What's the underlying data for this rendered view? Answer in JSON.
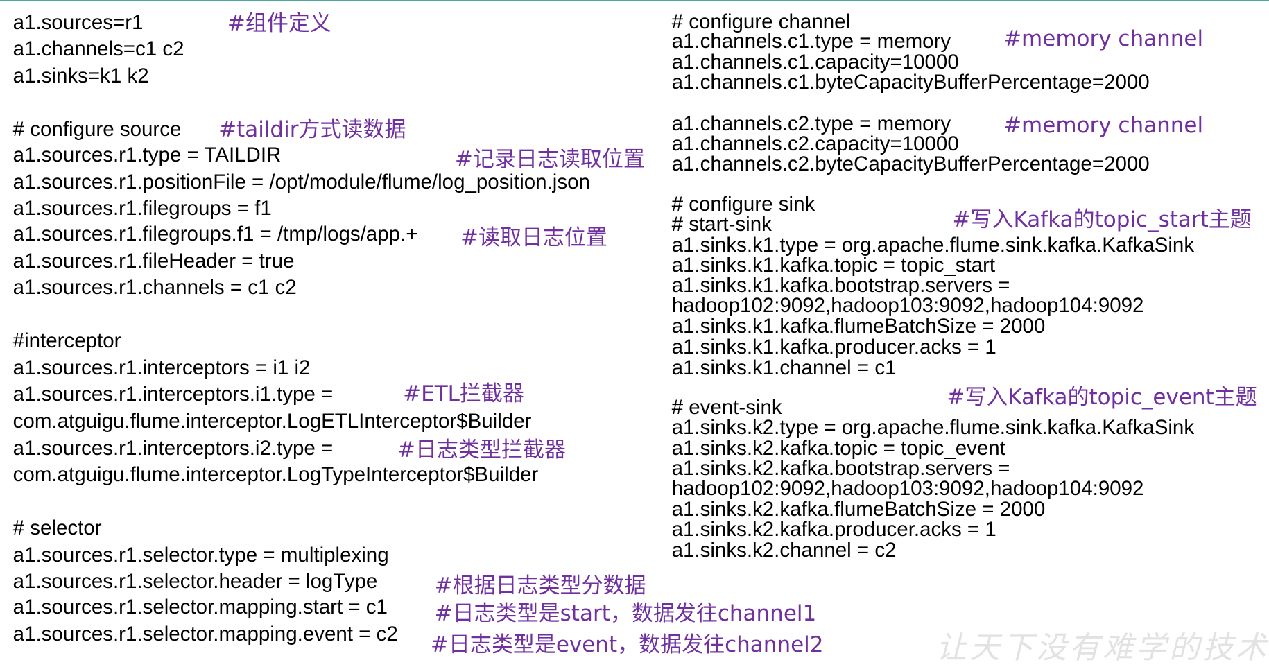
{
  "left": [
    "a1.sources=r1",
    "a1.channels=c1 c2",
    "a1.sinks=k1 k2",
    "# configure source",
    "a1.sources.r1.type = TAILDIR",
    "a1.sources.r1.positionFile = /opt/module/flume/log_position.json",
    "a1.sources.r1.filegroups = f1",
    "a1.sources.r1.filegroups.f1 = /tmp/logs/app.+",
    "a1.sources.r1.fileHeader = true",
    "a1.sources.r1.channels = c1 c2",
    "#interceptor",
    "a1.sources.r1.interceptors = i1 i2",
    "a1.sources.r1.interceptors.i1.type =",
    "com.atguigu.flume.interceptor.LogETLInterceptor$Builder",
    "a1.sources.r1.interceptors.i2.type =",
    "com.atguigu.flume.interceptor.LogTypeInterceptor$Builder",
    "# selector",
    "a1.sources.r1.selector.type = multiplexing",
    "a1.sources.r1.selector.header = logType",
    "a1.sources.r1.selector.mapping.start = c1",
    "a1.sources.r1.selector.mapping.event = c2"
  ],
  "left_comments": [
    "#组件定义",
    "#taildir方式读数据",
    "#记录日志读取位置",
    "#读取日志位置",
    "#ETL拦截器",
    "#日志类型拦截器",
    "#根据日志类型分数据",
    "#日志类型是start，数据发往channel1",
    "#日志类型是event，数据发往channel2"
  ],
  "right": [
    "# configure channel",
    "a1.channels.c1.type = memory",
    "a1.channels.c1.capacity=10000",
    "a1.channels.c1.byteCapacityBufferPercentage=2000",
    "a1.channels.c2.type = memory",
    "a1.channels.c2.capacity=10000",
    "a1.channels.c2.byteCapacityBufferPercentage=2000",
    "# configure sink",
    "# start-sink",
    "a1.sinks.k1.type = org.apache.flume.sink.kafka.KafkaSink",
    "a1.sinks.k1.kafka.topic = topic_start",
    "a1.sinks.k1.kafka.bootstrap.servers =",
    "hadoop102:9092,hadoop103:9092,hadoop104:9092",
    "a1.sinks.k1.kafka.flumeBatchSize = 2000",
    "a1.sinks.k1.kafka.producer.acks = 1",
    "a1.sinks.k1.channel = c1",
    "# event-sink",
    "a1.sinks.k2.type = org.apache.flume.sink.kafka.KafkaSink",
    "a1.sinks.k2.kafka.topic = topic_event",
    "a1.sinks.k2.kafka.bootstrap.servers =",
    "hadoop102:9092,hadoop103:9092,hadoop104:9092",
    "a1.sinks.k2.kafka.flumeBatchSize = 2000",
    "a1.sinks.k2.kafka.producer.acks = 1",
    "a1.sinks.k2.channel = c2"
  ],
  "right_comments": [
    "#memory channel",
    "#memory channel",
    "#写入Kafka的topic_start主题",
    "#写入Kafka的topic_event主题"
  ],
  "watermark": "让天下没有难学的技术",
  "colors": {
    "comment": "#7030a0",
    "accent_line": "#4aa89a"
  }
}
